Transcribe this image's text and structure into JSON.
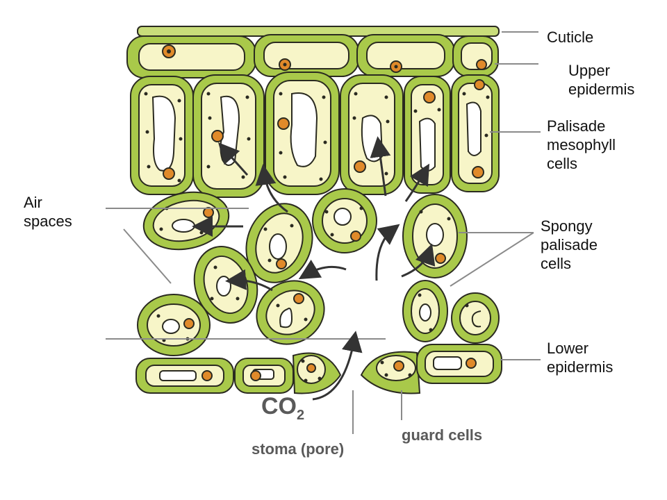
{
  "labels": {
    "cuticle": "Cuticle",
    "upper_epidermis": "Upper\nepidermis",
    "palisade": "Palisade\nmesophyll\ncells",
    "air_spaces": "Air\nspaces",
    "spongy": "Spongy\npalisade\ncells",
    "lower_epidermis": "Lower\nepidermis",
    "co2": "CO",
    "co2_subscript": "2",
    "stoma": "stoma (pore)",
    "guard_cells": "guard cells"
  },
  "colors": {
    "cell_wall": "#a9c94a",
    "cytoplasm": "#f7f5c8",
    "outline": "#2a2a20",
    "nucleus": "#e08a2a",
    "leader_line": "#8a8a8a",
    "arrow": "#333333"
  }
}
